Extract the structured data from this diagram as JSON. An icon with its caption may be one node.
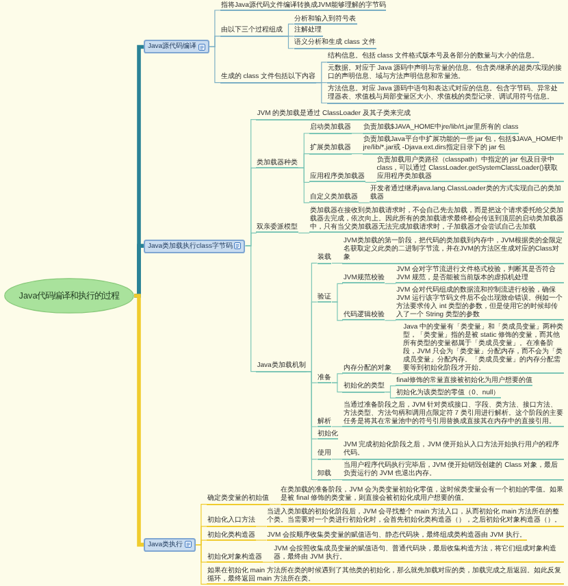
{
  "diagram": {
    "nodes": [
      {
        "text": [
          "Java代码编译和执行的过程"
        ]
      },
      {
        "text": [
          "Java源代码编译"
        ]
      },
      {
        "text": [
          "指将Java源代码文件编译转换成JVM能够理解的字节码"
        ]
      },
      {
        "text": [
          "由以下三个过程组成"
        ]
      },
      {
        "text": [
          "分析和输入到符号表"
        ]
      },
      {
        "text": [
          "注解处理"
        ]
      },
      {
        "text": [
          "语义分析和生成 class 文件"
        ]
      },
      {
        "text": [
          "生成的 class 文件包括以下内容"
        ]
      },
      {
        "text": [
          "结构信息。包括 class 文件格式版本号及各部分的数量与大小的信息。"
        ]
      },
      {
        "text": [
          "元数据。对应于 Java 源码中声明与常量的信息。包含类/继承的超类/实现的接口的声明信息、域与方法声明信息和常量池。"
        ]
      },
      {
        "text": [
          "方法信息。对应 Java 源码中语句和表达式对应的信息。包含字节码、异常处理器表、求值栈与局部变量区大小、求值栈的类型记录、调试用符号信息。"
        ]
      },
      {
        "text": [
          "Java类加载执行class字节码"
        ]
      },
      {
        "text": [
          "JVM 的类加载是通过 ClassLoader 及其子类来完成"
        ]
      },
      {
        "text": [
          "类加载器种类"
        ]
      },
      {
        "text": [
          "启动类加载器"
        ]
      },
      {
        "text": [
          "负责加载$JAVA_HOME中jre/lib/rt.jar里所有的 class"
        ]
      },
      {
        "text": [
          "扩展类加载器"
        ]
      },
      {
        "text": [
          "负责加载Java平台中扩展功能的一些 jar 包，包括$JAVA_HOME中jre/lib/*.jar或 -Djava.ext.dirs指定目录下的 jar 包"
        ]
      },
      {
        "text": [
          "应用程序类加载器"
        ]
      },
      {
        "text": [
          "负责加载用户类路径（classpath）中指定的 jar 包及目录中 class，可以通过 ClassLoader.getSystemClassLoader()获取应用程序类加载器"
        ]
      },
      {
        "text": [
          "自定义类加载器"
        ]
      },
      {
        "text": [
          "开发者通过继承java.lang.ClassLoader类的方式实现自己的类加载器"
        ]
      },
      {
        "text": [
          "双亲委派模型"
        ]
      },
      {
        "text": [
          "类加载器在接收到类加载请求时，不会自己先去加载，而是把这个请求委托给父类加载器去完成，依次向上。因此所有的类加载请求最终都会传送到顶层的启动类加载器中，只有当父类加载器无法完成加载请求时，子加载器才会尝试自己去加载"
        ]
      },
      {
        "text": [
          "Java类加载机制"
        ]
      },
      {
        "text": [
          "装载"
        ]
      },
      {
        "text": [
          "JVM类加载的第一阶段，把代码的类加载到内存中，JVM根据类的全限定名获取定义此类的二进制字节流，并在JVM的方法区生成对应的Class对象"
        ]
      },
      {
        "text": [
          "验证"
        ]
      },
      {
        "text": [
          "JVM规范校验"
        ]
      },
      {
        "text": [
          "JVM 会对字节流进行文件格式校验，判断其是否符合 JVM 规范，是否能被当前版本的虚拟机处理"
        ]
      },
      {
        "text": [
          "代码逻辑校验"
        ]
      },
      {
        "text": [
          "JVM 会对代码组成的数据流和控制流进行校验，确保 JVM 运行该字节码文件后不会出现致命错误。例如一个方法要求传入 int 类型的参数，但是使用它的时候却传入了一个 String 类型的参数"
        ]
      },
      {
        "text": [
          "准备"
        ]
      },
      {
        "text": [
          "内存分配的对象"
        ]
      },
      {
        "text": [
          "Java 中的变量有「类变量」和「类成员变量」两种类型，「类变量」指的是被 static 修饰的变量，而其他所有类型的变量都属于「类成员变量」。在准备阶段，JVM 只会为「类变量」分配内存，而不会为「类成员变量」分配内存。「类成员变量」的内存分配需要等到初始化阶段才开始。"
        ]
      },
      {
        "text": [
          "初始化的类型"
        ]
      },
      {
        "text": [
          "final修饰的常量直接被初始化为用户想要的值"
        ]
      },
      {
        "text": [
          "初始化为该类型的零值（0、null）"
        ]
      },
      {
        "text": [
          "解析"
        ]
      },
      {
        "text": [
          "当通过准备阶段之后，JVM 针对类或接口、字段、类方法、接口方法、方法类型、方法句柄和调用点限定符 7 类引用进行解析。这个阶段的主要任务是将其在常量池中的符号引用替换成直接其在内存中的直接引用。"
        ]
      },
      {
        "text": [
          "初始化"
        ]
      },
      {
        "text": [
          "使用"
        ]
      },
      {
        "text": [
          "JVM 完成初始化阶段之后，JVM 便开始从入口方法开始执行用户的程序代码。"
        ]
      },
      {
        "text": [
          "卸载"
        ]
      },
      {
        "text": [
          "当用户程序代码执行完毕后，JVM 便开始销毁创建的 Class 对象，最后负责运行的 JVM 也退出内存。"
        ]
      },
      {
        "text": [
          "Java类执行"
        ]
      },
      {
        "text": [
          "确定类变量的初始值"
        ]
      },
      {
        "text": [
          "在类加载的准备阶段，JVM 会为类变量初始化零值，这时候类变量会有一个初始的零值。如果是被 final 修饰的类变量，则直接会被初始化成用户想要的值。"
        ]
      },
      {
        "text": [
          "初始化入口方法"
        ]
      },
      {
        "text": [
          "当进入类加载的初始化阶段后，JVM 会寻找整个 main 方法入口，从而初始化 main 方法所在的整个类。当需要对一个类进行初始化时，会首先初始化类构造器（），之后初始化对象构造器（）。"
        ]
      },
      {
        "text": [
          "初始化类构造器"
        ]
      },
      {
        "text": [
          "JVM 会按顺序收集类变量的赋值语句、静态代码块，最终组成类构造器由 JVM 执行。"
        ]
      },
      {
        "text": [
          "初始化对象构造器"
        ]
      },
      {
        "text": [
          "JVM 会按照收集成员变量的赋值语句、普通代码块，最后收集构造方法，将它们组成对象构造器，最终由 JVM 执行。"
        ]
      },
      {
        "text": [
          "如果在初始化 main 方法所在类的时候遇到了其他类的初始化，那么就先加载对应的类，加载完成之后返回。如此反复循环，最终返回 main 方法所在类。"
        ]
      }
    ],
    "edges": [
      {
        "from": 0,
        "to": 1,
        "arrow": "none",
        "style": "thick",
        "color": "#2a8296"
      },
      {
        "from": 0,
        "to": 11,
        "arrow": "none",
        "style": "thick",
        "color": "#2a8296"
      },
      {
        "from": 0,
        "to": 45,
        "arrow": "none",
        "style": "thick",
        "color": "#f0cc2e"
      },
      {
        "from": 1,
        "to": 2,
        "arrow": "none",
        "color": "#7aaec4"
      },
      {
        "from": 1,
        "to": 3,
        "arrow": "none",
        "color": "#7aaec4"
      },
      {
        "from": 1,
        "to": 7,
        "arrow": "none",
        "color": "#7aaec4"
      },
      {
        "from": 3,
        "to": 4,
        "arrow": "none",
        "color": "#7aaec4"
      },
      {
        "from": 3,
        "to": 5,
        "arrow": "none",
        "color": "#7aaec4"
      },
      {
        "from": 3,
        "to": 6,
        "arrow": "none",
        "color": "#7aaec4"
      },
      {
        "from": 7,
        "to": 8,
        "arrow": "none",
        "color": "#7aaec4"
      },
      {
        "from": 7,
        "to": 9,
        "arrow": "none",
        "color": "#7aaec4"
      },
      {
        "from": 7,
        "to": 10,
        "arrow": "none",
        "color": "#7aaec4"
      },
      {
        "from": 11,
        "to": 12,
        "arrow": "none"
      },
      {
        "from": 11,
        "to": 13,
        "arrow": "none"
      },
      {
        "from": 11,
        "to": 22,
        "arrow": "none"
      },
      {
        "from": 11,
        "to": 24,
        "arrow": "none"
      },
      {
        "from": 13,
        "to": 14,
        "arrow": "none"
      },
      {
        "from": 13,
        "to": 16,
        "arrow": "none"
      },
      {
        "from": 13,
        "to": 18,
        "arrow": "none"
      },
      {
        "from": 13,
        "to": 20,
        "arrow": "none"
      },
      {
        "from": 14,
        "to": 15,
        "arrow": "none"
      },
      {
        "from": 16,
        "to": 17,
        "arrow": "none"
      },
      {
        "from": 18,
        "to": 19,
        "arrow": "none"
      },
      {
        "from": 20,
        "to": 21,
        "arrow": "none"
      },
      {
        "from": 22,
        "to": 23,
        "arrow": "none"
      },
      {
        "from": 24,
        "to": 25,
        "arrow": "none"
      },
      {
        "from": 24,
        "to": 27,
        "arrow": "none"
      },
      {
        "from": 24,
        "to": 32,
        "arrow": "none"
      },
      {
        "from": 24,
        "to": 38,
        "arrow": "none"
      },
      {
        "from": 24,
        "to": 40,
        "arrow": "none"
      },
      {
        "from": 24,
        "to": 41,
        "arrow": "none"
      },
      {
        "from": 24,
        "to": 43,
        "arrow": "none"
      },
      {
        "from": 25,
        "to": 26,
        "arrow": "none"
      },
      {
        "from": 27,
        "to": 28,
        "arrow": "none"
      },
      {
        "from": 27,
        "to": 30,
        "arrow": "none"
      },
      {
        "from": 28,
        "to": 29,
        "arrow": "none"
      },
      {
        "from": 30,
        "to": 31,
        "arrow": "none"
      },
      {
        "from": 32,
        "to": 33,
        "arrow": "none"
      },
      {
        "from": 32,
        "to": 35,
        "arrow": "none"
      },
      {
        "from": 33,
        "to": 34,
        "arrow": "none"
      },
      {
        "from": 35,
        "to": 36,
        "arrow": "none"
      },
      {
        "from": 35,
        "to": 37,
        "arrow": "none"
      },
      {
        "from": 38,
        "to": 39,
        "arrow": "none"
      },
      {
        "from": 41,
        "to": 42,
        "arrow": "none"
      },
      {
        "from": 43,
        "to": 44,
        "arrow": "none"
      },
      {
        "from": 45,
        "to": 46,
        "arrow": "none",
        "color": "#f0cc2e"
      },
      {
        "from": 45,
        "to": 48,
        "arrow": "none",
        "color": "#f0cc2e"
      },
      {
        "from": 45,
        "to": 50,
        "arrow": "none",
        "color": "#f0cc2e"
      },
      {
        "from": 45,
        "to": 52,
        "arrow": "none",
        "color": "#f0cc2e"
      },
      {
        "from": 45,
        "to": 54,
        "arrow": "none",
        "color": "#f0cc2e"
      },
      {
        "from": 46,
        "to": 47,
        "arrow": "none",
        "color": "#f0cc2e"
      },
      {
        "from": 48,
        "to": 49,
        "arrow": "none",
        "color": "#f0cc2e"
      },
      {
        "from": 50,
        "to": 51,
        "arrow": "none",
        "color": "#f0cc2e"
      },
      {
        "from": 52,
        "to": 53,
        "arrow": "none",
        "color": "#f0cc2e"
      }
    ]
  }
}
